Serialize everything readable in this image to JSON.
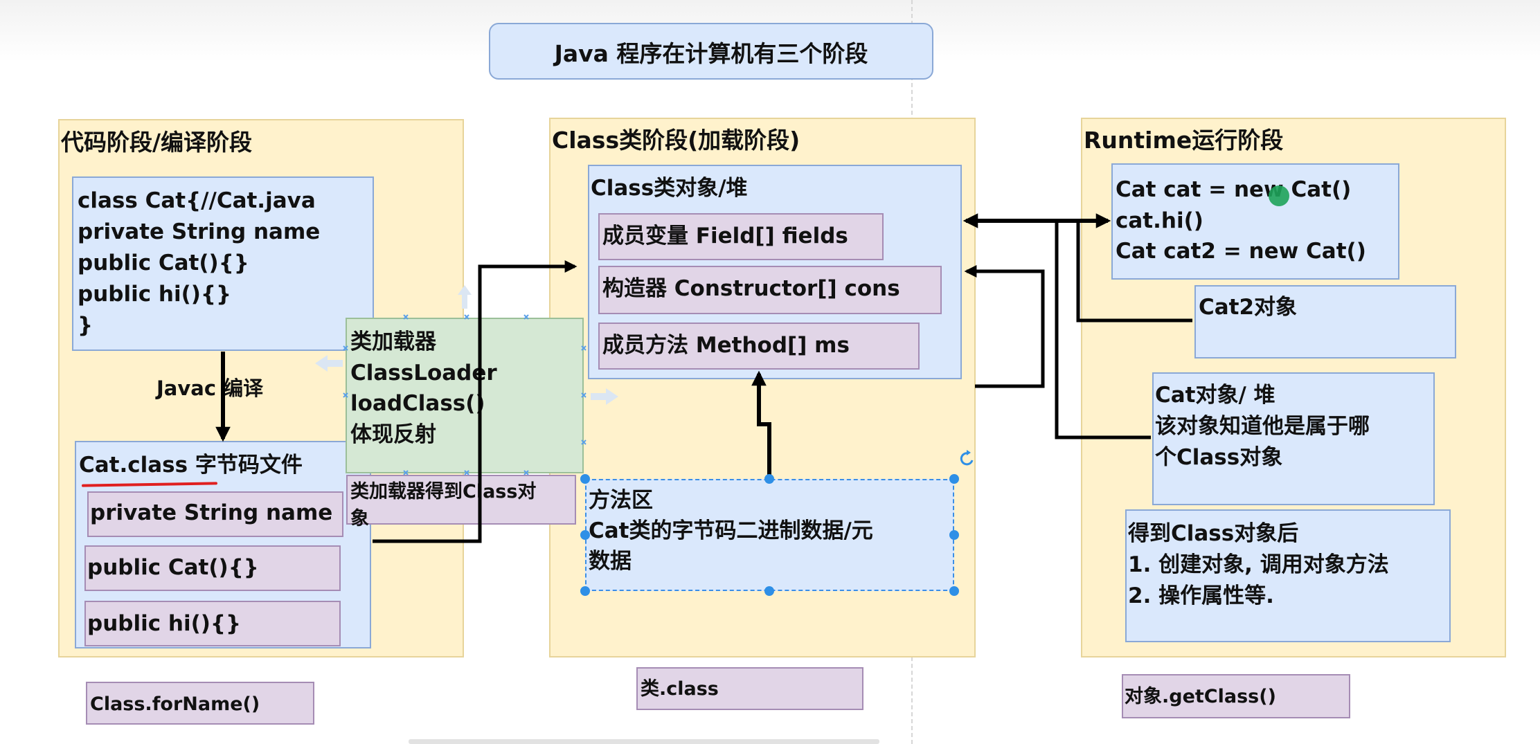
{
  "title": "Java 程序在计算机有三个阶段",
  "phase1": {
    "title": "代码阶段/编译阶段",
    "source_code": [
      "class Cat{//Cat.java",
      "private String name",
      "public Cat(){}",
      "public hi(){}",
      "}"
    ],
    "compile_label": "Javac 编译",
    "bytecode_title": "Cat.class 字节码文件",
    "bytecode_items": [
      "private String name",
      "public Cat(){}",
      "public hi(){}"
    ],
    "method_label": "Class.forName()"
  },
  "classloader": {
    "lines": [
      "类加载器",
      "ClassLoader",
      "loadClass()",
      "体现反射"
    ],
    "result_lines": [
      "类加载器得到Class对",
      "象"
    ]
  },
  "phase2": {
    "title": "Class类阶段(加载阶段)",
    "object_title": "Class类对象/堆",
    "members": [
      "成员变量 Field[] fields",
      "构造器 Constructor[] cons",
      "成员方法 Method[] ms"
    ],
    "method_area_lines": [
      "方法区",
      "Cat类的字节码二进制数据/元",
      "数据"
    ],
    "method_label": "类.class"
  },
  "phase3": {
    "title": "Runtime运行阶段",
    "code_lines": [
      "Cat cat = new Cat()",
      "cat.hi()",
      "Cat cat2 = new Cat()"
    ],
    "cat2_label": "Cat2对象",
    "heap_lines": [
      "Cat对象/ 堆",
      "该对象知道他是属于哪",
      "个Class对象"
    ],
    "after_lines": [
      "得到Class对象后",
      "1. 创建对象, 调用对象方法",
      "2. 操作属性等."
    ],
    "method_label": "对象.getClass()"
  },
  "colors": {
    "phase_bg": "#fff2cc",
    "box_blue": "#dae8fc",
    "box_purple": "#e1d5e7",
    "box_green": "#d5e8d4",
    "underline_red": "#e02020",
    "cursor_green": "#1ea35a",
    "selection_handle": "#2e8fe6"
  }
}
